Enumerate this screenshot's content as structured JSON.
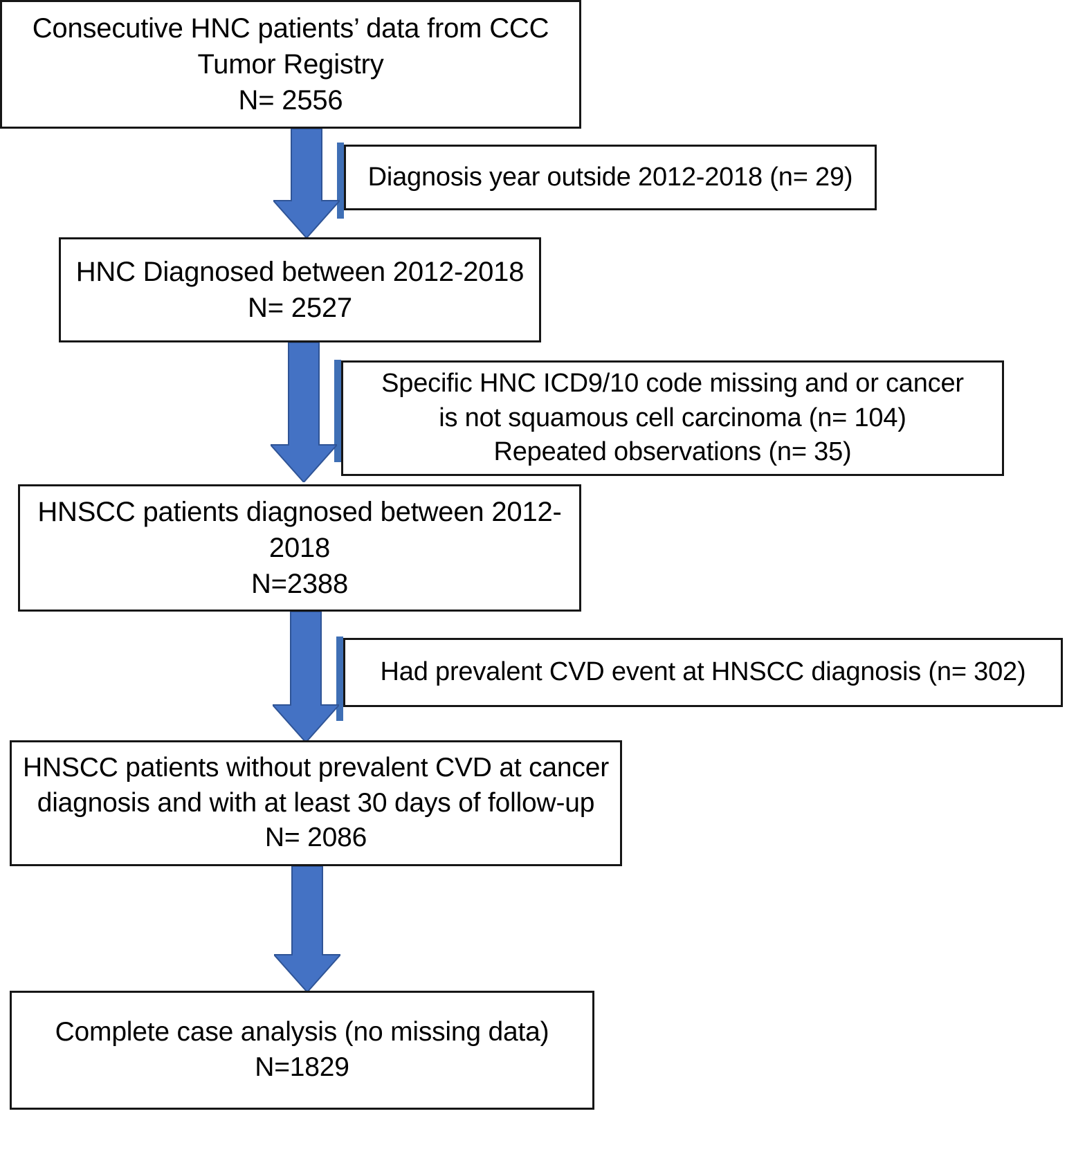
{
  "diagram": {
    "title": "HNSCC patient selection flow diagram",
    "type": "flowchart",
    "accent_color": "#4472C4",
    "border_color": "#161616",
    "background_color": "#FFFFFF"
  },
  "nodes": [
    {
      "id": "source-cohort",
      "kind": "main",
      "lines": [
        "Consecutive HNC patients’ data from CCC",
        "Tumor Registry",
        "N= 2556"
      ],
      "n_label": "N= 2556",
      "n_value": 2556
    },
    {
      "id": "exclusion-diagnosis-year",
      "kind": "exclusion",
      "lines": [
        "Diagnosis year outside 2012-2018 (n= 29)"
      ],
      "n_label": "n= 29",
      "n_value": 29
    },
    {
      "id": "hnc-2012-2018",
      "kind": "main",
      "lines": [
        "HNC Diagnosed between 2012-2018",
        "N= 2527"
      ],
      "n_label": "N= 2527",
      "n_value": 2527
    },
    {
      "id": "exclusion-icd-and-repeats",
      "kind": "exclusion",
      "lines": [
        "Specific HNC ICD9/10 code missing and or cancer",
        "is not squamous cell carcinoma (n= 104)",
        "Repeated observations (n= 35)"
      ],
      "n_label": "n= 104; n= 35",
      "n_value": 139
    },
    {
      "id": "hnscc-2012-2018",
      "kind": "main",
      "lines": [
        "HNSCC patients diagnosed between 2012-",
        "2018",
        "N=2388"
      ],
      "n_label": "N=2388",
      "n_value": 2388
    },
    {
      "id": "exclusion-prevalent-cvd",
      "kind": "exclusion",
      "lines": [
        "Had prevalent CVD event at HNSCC diagnosis (n= 302)"
      ],
      "n_label": "n= 302",
      "n_value": 302
    },
    {
      "id": "hnscc-no-prevalent-cvd",
      "kind": "main",
      "lines": [
        "HNSCC patients without prevalent CVD at cancer",
        "diagnosis and with at least 30 days of follow-up",
        "N= 2086"
      ],
      "n_label": "N= 2086",
      "n_value": 2086
    },
    {
      "id": "complete-case",
      "kind": "main",
      "lines": [
        "Complete case analysis (no missing data)",
        "N=1829"
      ],
      "n_label": "N=1829",
      "n_value": 1829
    }
  ],
  "text": {
    "box1_line1": "Consecutive HNC patients’ data from CCC",
    "box1_line2": "Tumor Registry",
    "box1_line3": "N= 2556",
    "excl1_line1": "Diagnosis year outside 2012-2018 (n= 29)",
    "box2_line1": "HNC Diagnosed between 2012-2018",
    "box2_line2": "N= 2527",
    "excl2_line1": "Specific HNC ICD9/10 code missing and or cancer",
    "excl2_line2": "is not squamous cell carcinoma (n= 104)",
    "excl2_line3": "Repeated observations (n= 35)",
    "box3_line1": "HNSCC patients diagnosed between 2012-",
    "box3_line2": "2018",
    "box3_line3": "N=2388",
    "excl3_line1": "Had prevalent CVD event at HNSCC diagnosis (n= 302)",
    "box4_line1": "HNSCC patients without prevalent CVD at cancer",
    "box4_line2": "diagnosis and with at least 30 days of follow-up",
    "box4_line3": "N= 2086",
    "box5_line1": "Complete case analysis (no missing data)",
    "box5_line2": "N=1829"
  }
}
